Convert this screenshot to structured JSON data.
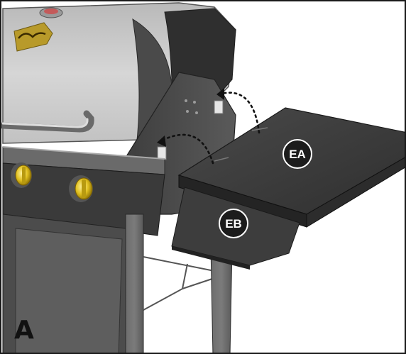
{
  "figure": {
    "panel_label": "A",
    "callouts": [
      {
        "id": "EA",
        "label": "EA"
      },
      {
        "id": "EB",
        "label": "EB"
      }
    ],
    "colors": {
      "lid": "#c9c9c9",
      "metal_dark": "#4a4a4a",
      "shelf": "#3a3a3a",
      "knob": "#e0bf1f",
      "callout_bg": "#1c1c1c"
    }
  }
}
